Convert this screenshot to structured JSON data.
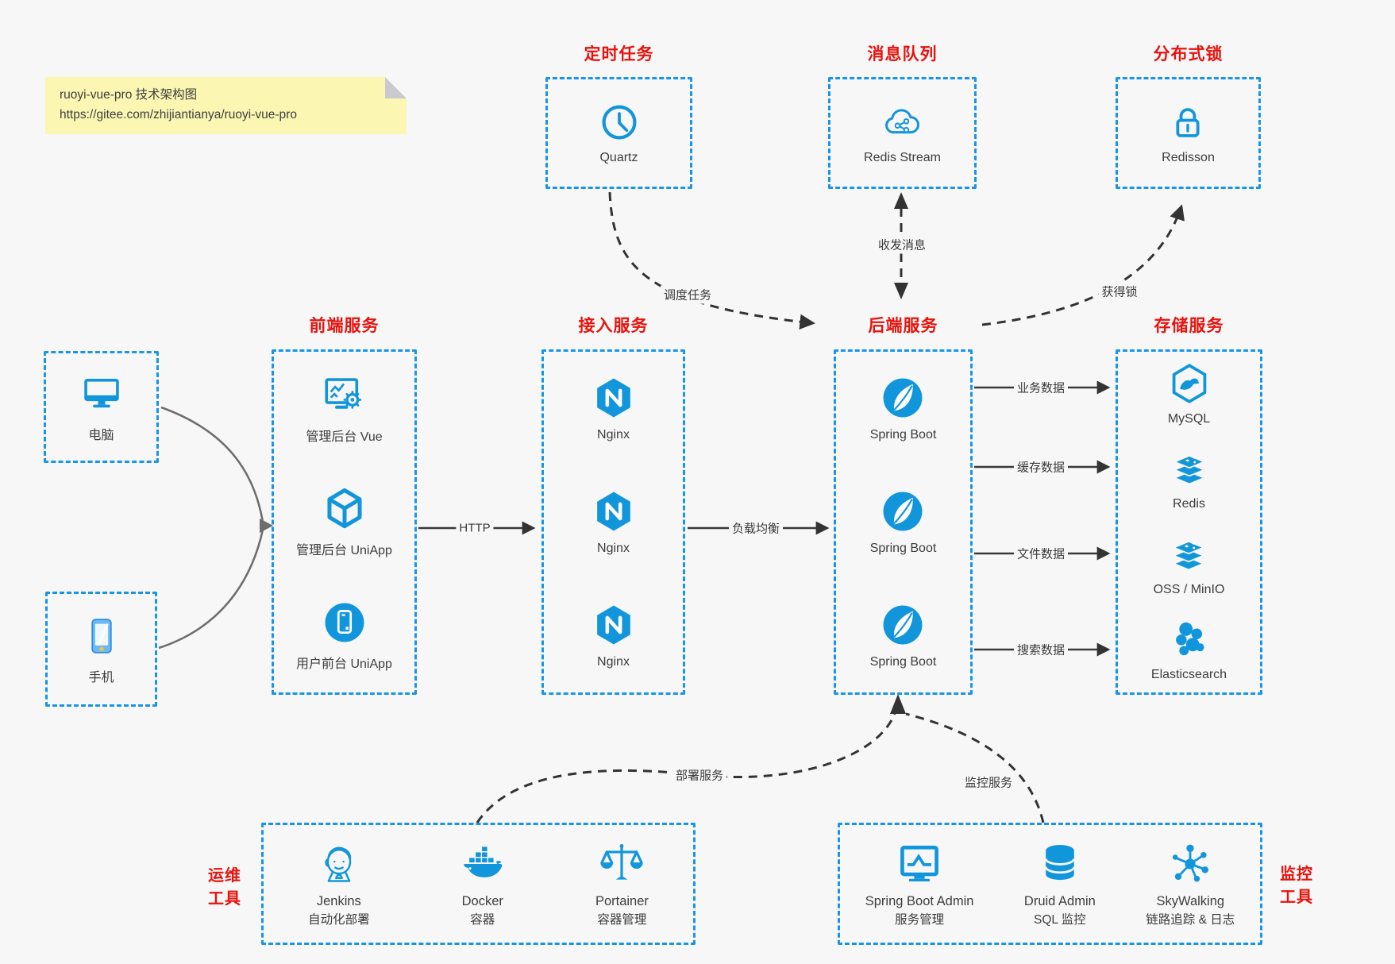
{
  "note": {
    "line1": "ruoyi-vue-pro 技术架构图",
    "line2": "https://gitee.com/zhijiantianya/ruoyi-vue-pro"
  },
  "colors": {
    "accent_blue": "#1296db",
    "border_blue": "#1995e8",
    "title_red": "#e8120c",
    "background": "#f7f7f8",
    "sticky_yellow": "#fbf6b2",
    "arrow_dark": "#333333",
    "arrow_gray": "#6e6e6e"
  },
  "top_groups": [
    {
      "title": "定时任务",
      "node_label": "Quartz"
    },
    {
      "title": "消息队列",
      "node_label": "Redis Stream"
    },
    {
      "title": "分布式锁",
      "node_label": "Redisson"
    }
  ],
  "clients": [
    {
      "label": "电脑"
    },
    {
      "label": "手机"
    }
  ],
  "columns": [
    {
      "title": "前端服务",
      "items": [
        "管理后台 Vue",
        "管理后台 UniApp",
        "用户前台 UniApp"
      ]
    },
    {
      "title": "接入服务",
      "items": [
        "Nginx",
        "Nginx",
        "Nginx"
      ]
    },
    {
      "title": "后端服务",
      "items": [
        "Spring Boot",
        "Spring Boot",
        "Spring Boot"
      ]
    },
    {
      "title": "存储服务",
      "items": [
        "MySQL",
        "Redis",
        "OSS / MinIO",
        "Elasticsearch"
      ]
    }
  ],
  "bottom_groups": [
    {
      "side_label_line1": "运维",
      "side_label_line2": "工具",
      "items": [
        {
          "name": "Jenkins",
          "desc": "自动化部署"
        },
        {
          "name": "Docker",
          "desc": "容器"
        },
        {
          "name": "Portainer",
          "desc": "容器管理"
        }
      ]
    },
    {
      "side_label_line1": "监控",
      "side_label_line2": "工具",
      "items": [
        {
          "name": "Spring Boot Admin",
          "desc": "服务管理"
        },
        {
          "name": "Druid Admin",
          "desc": "SQL 监控"
        },
        {
          "name": "SkyWalking",
          "desc": "链路追踪 & 日志"
        }
      ]
    }
  ],
  "edge_labels": {
    "http": "HTTP",
    "load_balance": "负载均衡",
    "business_data": "业务数据",
    "cache_data": "缓存数据",
    "file_data": "文件数据",
    "search_data": "搜索数据",
    "schedule_task": "调度任务",
    "send_receive_message": "收发消息",
    "acquire_lock": "获得锁",
    "deploy_service": "部署服务",
    "monitor_service": "监控服务"
  }
}
